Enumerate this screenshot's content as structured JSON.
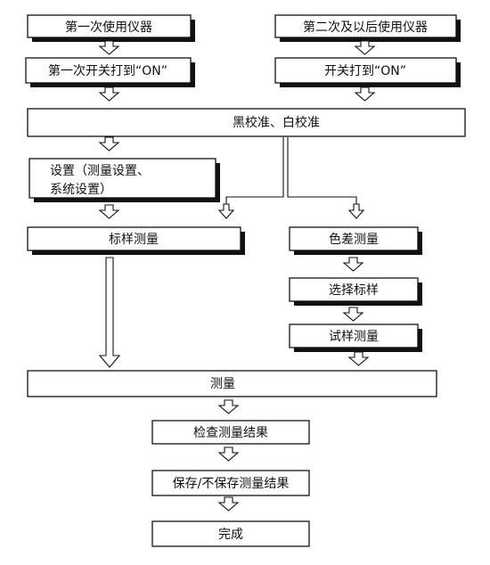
{
  "nodes": {
    "first_use": "第一次使用仪器",
    "second_use": "第二次及以后使用仪器",
    "switch_on_1": "第一次开关打到“ON”",
    "switch_on_2": "开关打到“ON”",
    "calibration": "黑校准、白校准",
    "settings_line1": "设置（测量设置、",
    "settings_line2": "系统设置）",
    "standard_measure": "标样测量",
    "color_diff_measure": "色差测量",
    "select_standard": "选择标样",
    "sample_measure": "试样测量",
    "measure": "测量",
    "check_results": "检查测量结果",
    "save_results": "保存/不保存测量结果",
    "done": "完成"
  }
}
